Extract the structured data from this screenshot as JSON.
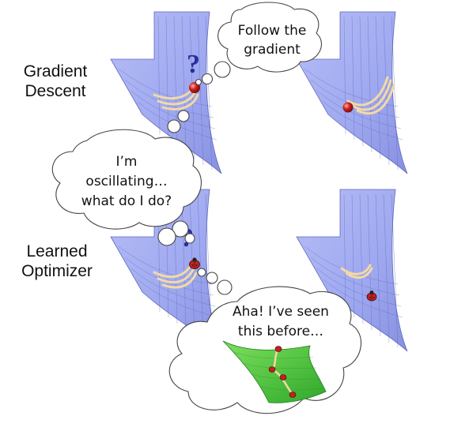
{
  "labels": {
    "gradient_descent": [
      "Gradient",
      "Descent"
    ],
    "learned_optimizer": [
      "Learned",
      "Optimizer"
    ]
  },
  "bubbles": {
    "follow": [
      "Follow the",
      "gradient"
    ],
    "oscillating": [
      "I’m",
      "oscillating…",
      "what do I do?"
    ],
    "aha": [
      "Aha! I’ve seen",
      "this before…"
    ]
  },
  "glyphs": {
    "question_mark": "?"
  },
  "colors": {
    "surface_fill": "#a9b3f2",
    "surface_grid": "#5e66c0",
    "trail": "#f2d9a6",
    "ball": "#c81e1e",
    "green_surface": "#4cc83c",
    "question_mark": "#2a2f9a",
    "bubble_outline": "#444444"
  },
  "icons": [
    "valley-surface",
    "red-ball",
    "motion-trail",
    "thought-bubble",
    "question-mark",
    "green-surface",
    "ladybug"
  ]
}
